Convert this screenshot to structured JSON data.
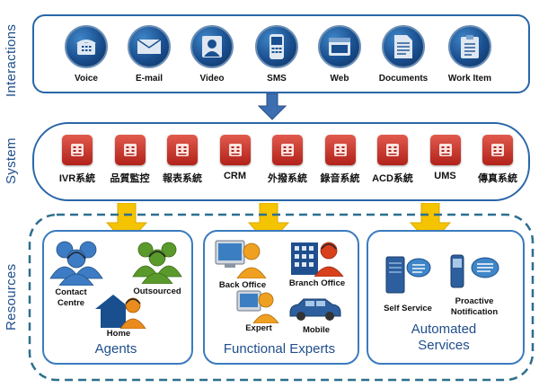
{
  "sections": {
    "interactions": "Interactions",
    "system": "System",
    "resources": "Resources"
  },
  "interactions": [
    "Voice",
    "E-mail",
    "Video",
    "SMS",
    "Web",
    "Documents",
    "Work Item"
  ],
  "system": [
    "IVR系統",
    "品質監控",
    "報表系統",
    "CRM",
    "外撥系統",
    "錄音系統",
    "ACD系統",
    "UMS",
    "傳真系統"
  ],
  "resources": {
    "agents": {
      "title": "Agents",
      "contact_centre": "Contact\nCentre",
      "outsourced": "Outsourced",
      "home": "Home"
    },
    "functional_experts": {
      "title": "Functional Experts",
      "back_office": "Back Office",
      "branch_office": "Branch Office",
      "expert": "Expert",
      "mobile": "Mobile"
    },
    "automated_services": {
      "title": "Automated\nServices",
      "self_service": "Self Service",
      "proactive_notification": "Proactive\nNotification"
    }
  },
  "colors": {
    "frame_blue": "#2a66a8",
    "icon_navy": "#1a4f8f",
    "system_red": "#c8302a",
    "arrow_yellow": "#f5c400",
    "arrow_blue": "#3d6eb0",
    "person_blue": "#3d7cc4",
    "person_green": "#5a9a2c",
    "person_orange": "#e98b1d"
  }
}
